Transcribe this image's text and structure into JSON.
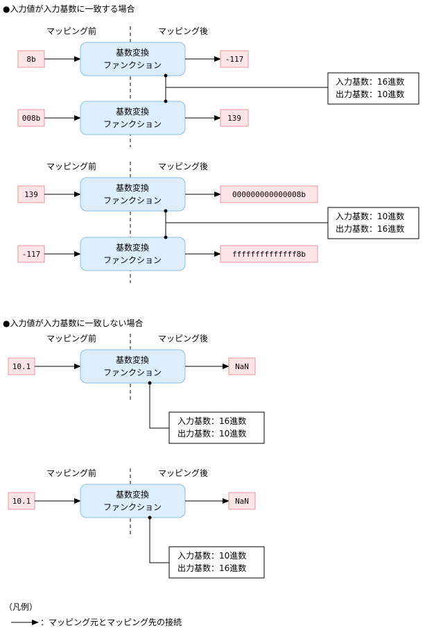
{
  "section1": {
    "heading": "●入力値が入力基数に一致する場合"
  },
  "section2": {
    "heading": "●入力値が入力基数に一致しない場合"
  },
  "labels": {
    "before": "マッピング前",
    "after": "マッピング後"
  },
  "function_box": {
    "line1": "基数変換",
    "line2": "ファンクション"
  },
  "groups": [
    {
      "top_in": "8b",
      "top_out": "-117",
      "bottom_in": "008b",
      "bottom_out": "139",
      "note1": "入力基数：16進数",
      "note2": "出力基数：10進数"
    },
    {
      "top_in": "139",
      "top_out": "000000000000008b",
      "bottom_in": "-117",
      "bottom_out": "ffffffffffffff8b",
      "note1": "入力基数：10進数",
      "note2": "出力基数：16進数"
    }
  ],
  "singles": [
    {
      "in": "10.1",
      "out": "NaN",
      "note1": "入力基数：16進数",
      "note2": "出力基数：10進数"
    },
    {
      "in": "10.1",
      "out": "NaN",
      "note1": "入力基数：10進数",
      "note2": "出力基数：16進数"
    }
  ],
  "legend": {
    "title": "（凡例）",
    "text": "：マッピング元とマッピング先の接続"
  }
}
